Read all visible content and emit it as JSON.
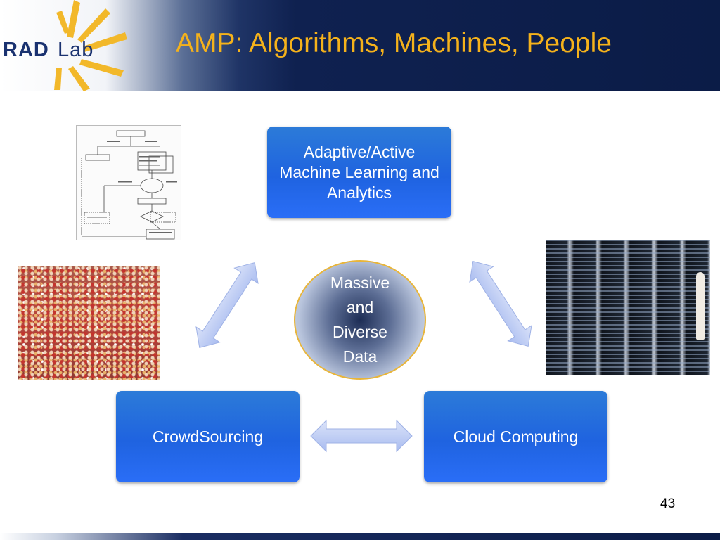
{
  "header": {
    "title": "AMP: Algorithms, Machines, People",
    "logo_text": "RAD Lab"
  },
  "nodes": {
    "top": "Adaptive/Active Machine Learning and Analytics",
    "left": "CrowdSourcing",
    "right": "Cloud Computing",
    "center": "Massive and Diverse Data"
  },
  "images": {
    "flowchart": "flowchart-image",
    "crowd": "crowd-photo",
    "servers": "server-rack-photo"
  },
  "page_number": "43",
  "colors": {
    "header_bg": "#0b1c47",
    "title": "#f5b21b",
    "node_blue": "#1f63e0",
    "arrow": "#b9c9f2",
    "center_border": "#e8b53a"
  }
}
